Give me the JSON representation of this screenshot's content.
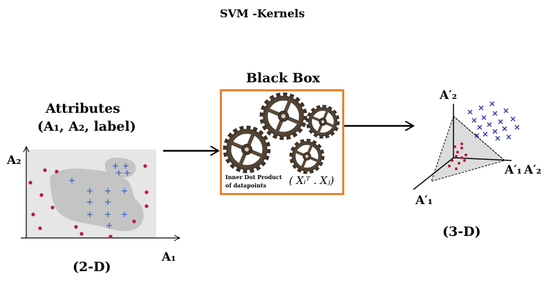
{
  "title": "SVM -Kernels",
  "attributes": {
    "line1": "Attributes",
    "line2": "(A₁, A₂, label)"
  },
  "black_box": {
    "title": "Black Box",
    "caption_line1": "Inner Dot Product",
    "caption_line2": "of datapoints",
    "formula": "( Xᵢᵀ . Xⱼ)"
  },
  "plot_2d": {
    "label": "(2-D)",
    "x_axis": "A₁",
    "y_axis": "A₂",
    "region_color": "#c8c8c8",
    "dot_color": "#c0163a",
    "plus_color": "#3a5fc4"
  },
  "plot_3d": {
    "label": "(3-D)",
    "axis_top": "A′₂",
    "axis_right_a": "A′₁",
    "axis_right_b": "A′₂",
    "axis_bottom": "A′₁",
    "dot_color": "#c0163a",
    "cross_color": "#2b2fb5"
  },
  "icons": [
    "gears-icon",
    "arrow-right-icon"
  ],
  "colors": {
    "box_border": "#ef7f2b"
  }
}
